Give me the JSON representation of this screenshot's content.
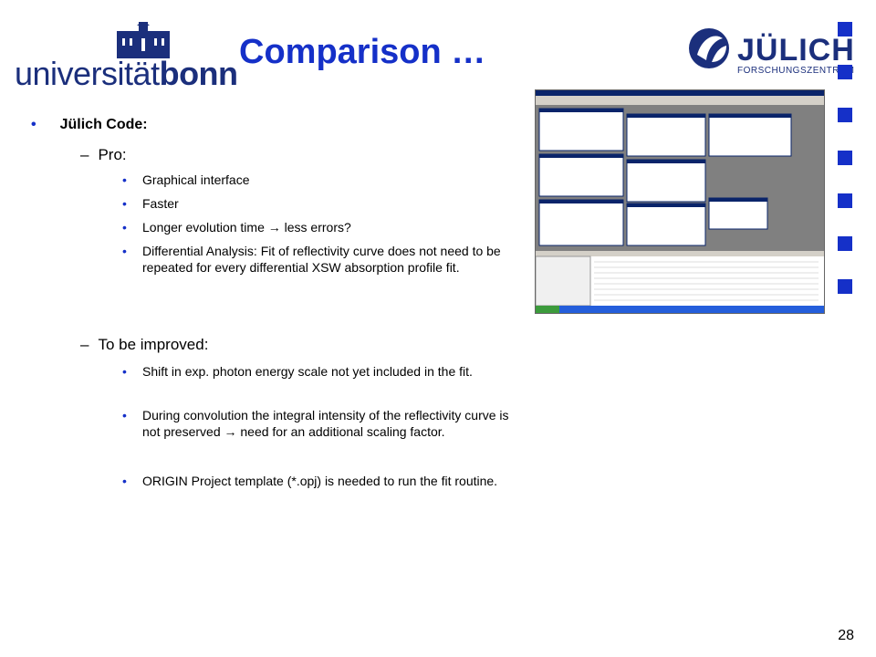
{
  "slide": {
    "title": "Comparison …",
    "page_number": "28",
    "logos": {
      "bonn": {
        "prefix": "universität",
        "suffix": "bonn"
      },
      "julich": {
        "name": "JÜLICH",
        "subtitle": "FORSCHUNGSZENTRUM"
      }
    },
    "section": "Jülich Code:",
    "pro": {
      "heading": "Pro:",
      "items": [
        "Graphical interface",
        "Faster",
        "Longer evolution time → less errors?",
        "Differential Analysis: Fit of reflectivity curve does not need to be repeated for every differential XSW absorption profile fit."
      ]
    },
    "improve": {
      "heading": "To be improved:",
      "items": [
        "Shift in exp. photon energy scale not yet included in the fit.",
        "During convolution the integral intensity of the reflectivity curve is not preserved → need for an additional scaling factor.",
        "ORIGIN Project template (*.opj) is needed to run the fit routine."
      ]
    },
    "colors": {
      "accent": "#1530c8",
      "brand": "#1b2f7c"
    }
  }
}
